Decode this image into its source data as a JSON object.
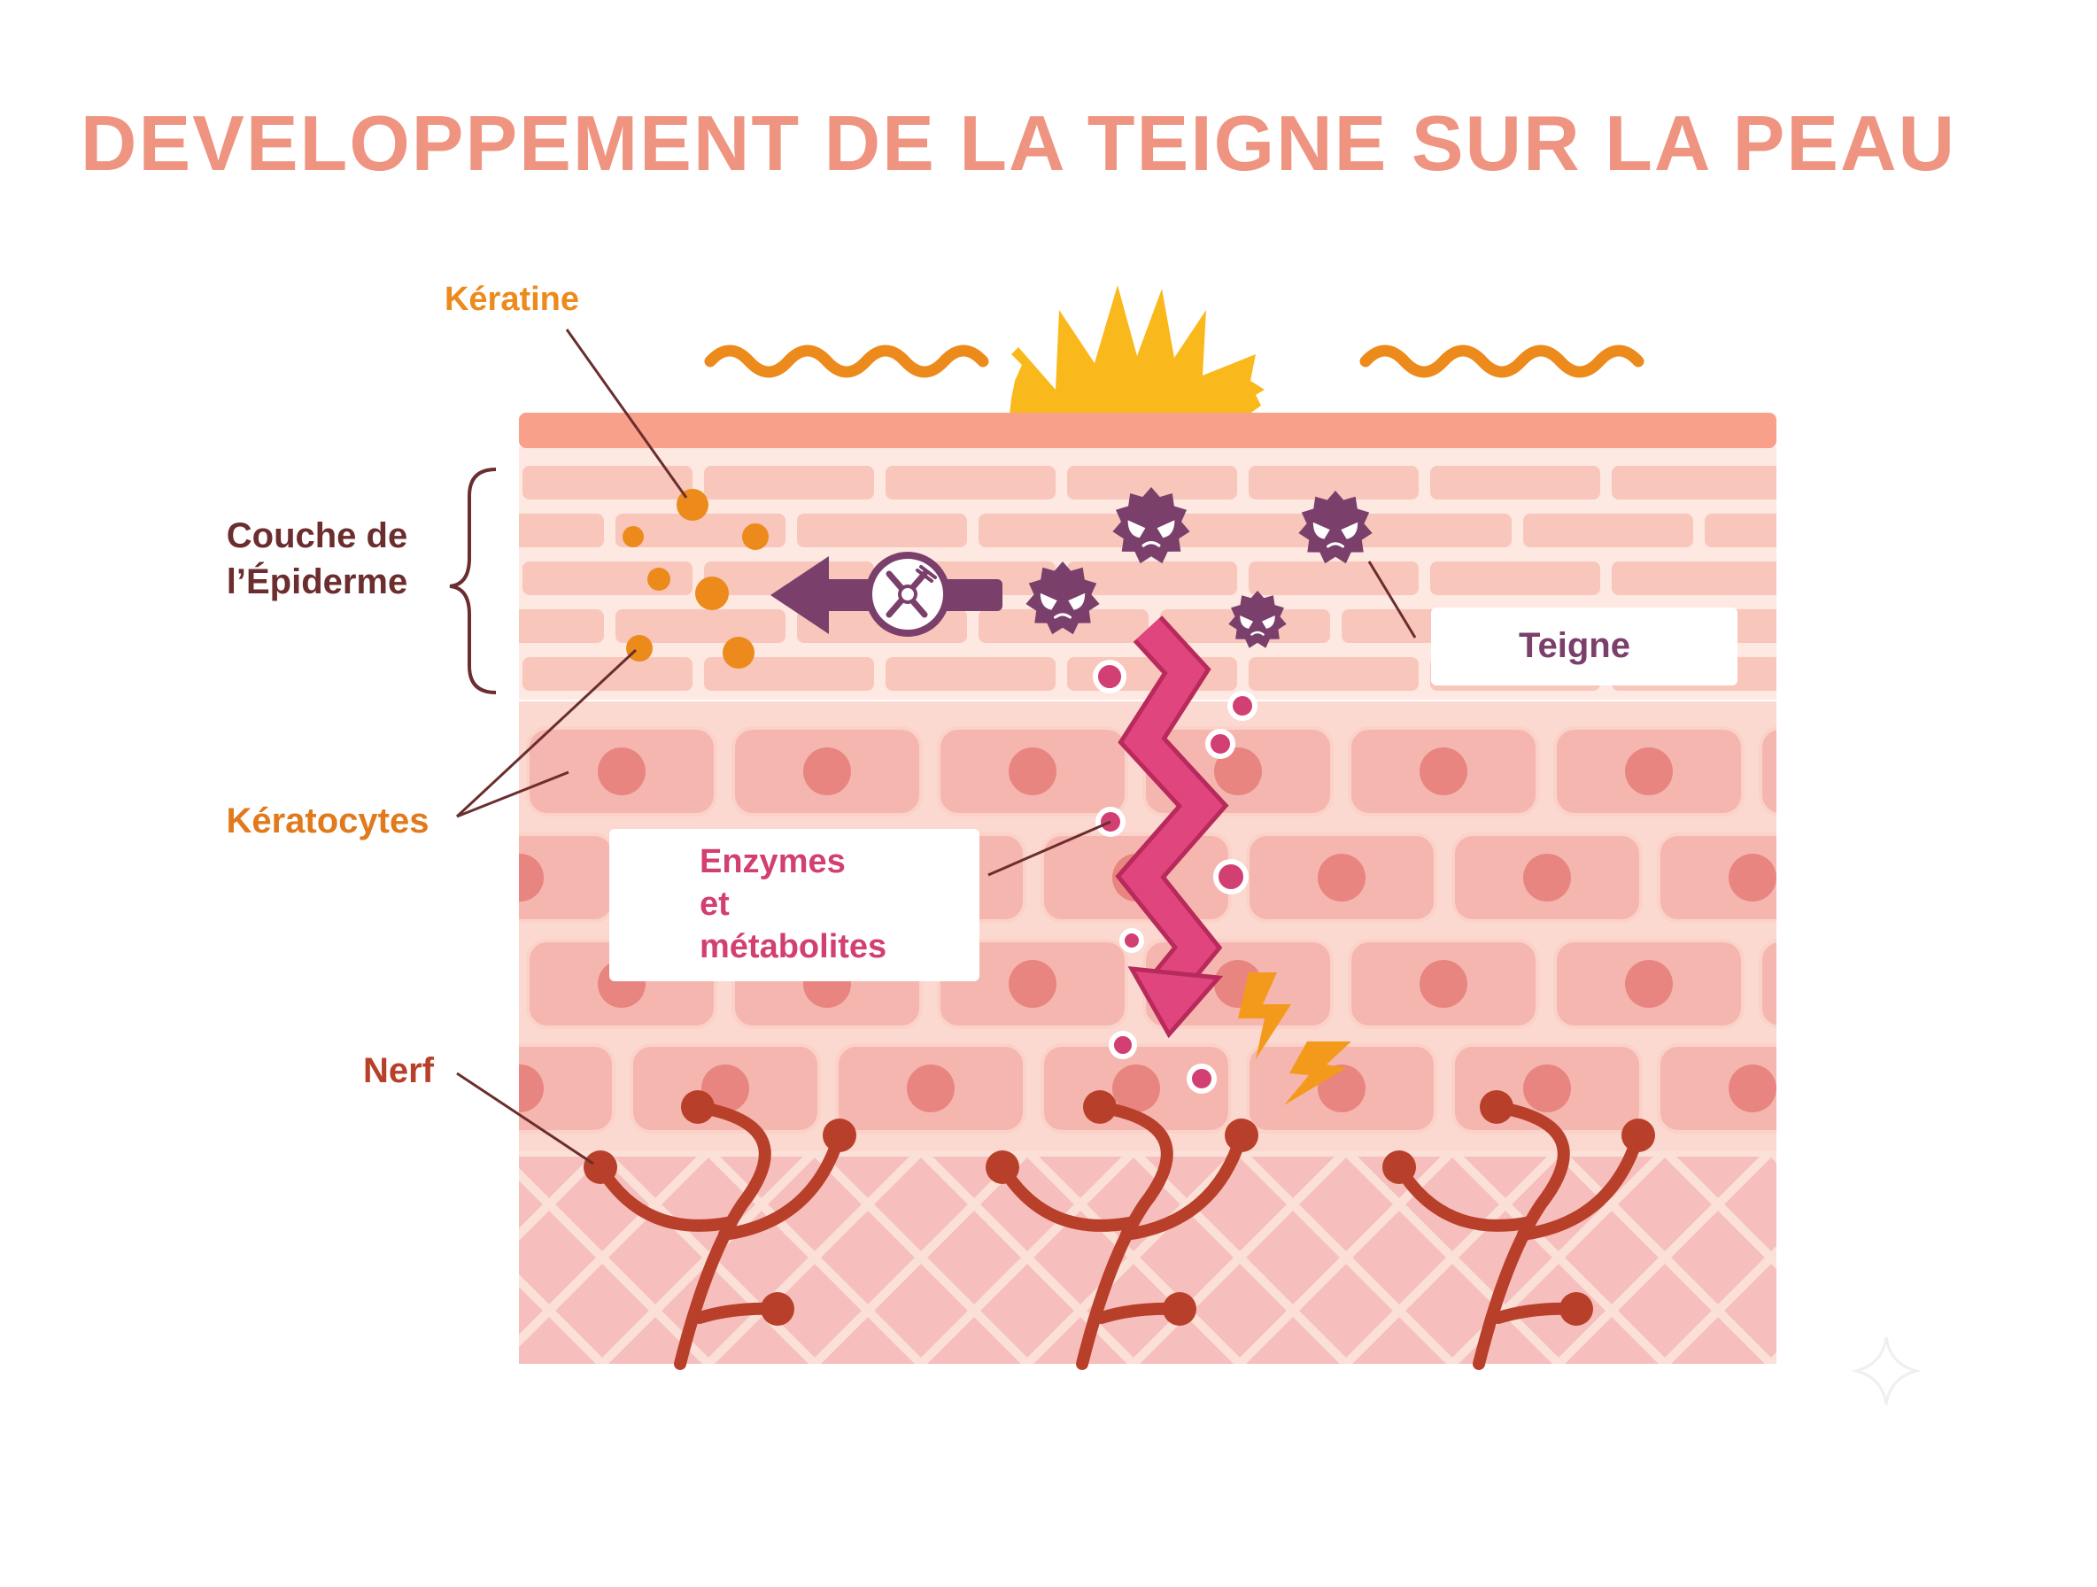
{
  "title": "DEVELOPPEMENT DE LA TEIGNE SUR LA PEAU",
  "labels": {
    "keratine": "Kératine",
    "epidermis_line1": "Couche de",
    "epidermis_line2": "l’Épiderme",
    "keratocytes": "Kératocytes",
    "nerve": "Nerf",
    "ringworm": "Teigne",
    "enzymes_line1": "Enzymes",
    "enzymes_line2": "et",
    "enzymes_line3": "métabolites"
  },
  "icons": {
    "sun": "sun-icon",
    "heat_waves": "heat-wave-icon",
    "fungus": "fungus-germ-icon",
    "fork_knife": "fork-knife-icon",
    "lightning": "lightning-icon"
  },
  "colors": {
    "title": "#ee9480",
    "keratin_orange": "#ec8a1c",
    "epidermis_label": "#6b2d2d",
    "fungus_purple": "#7a3f6b",
    "enzyme_pink": "#d23f72",
    "nerve_red": "#b8402a",
    "skin_top": "#f8a08a",
    "skin_brick": "#f8c6ba",
    "cell": "#f5b6b0",
    "cell_nucleus": "#e88580",
    "dermis": "#f6bfbd",
    "sun": "#f9b91c"
  }
}
